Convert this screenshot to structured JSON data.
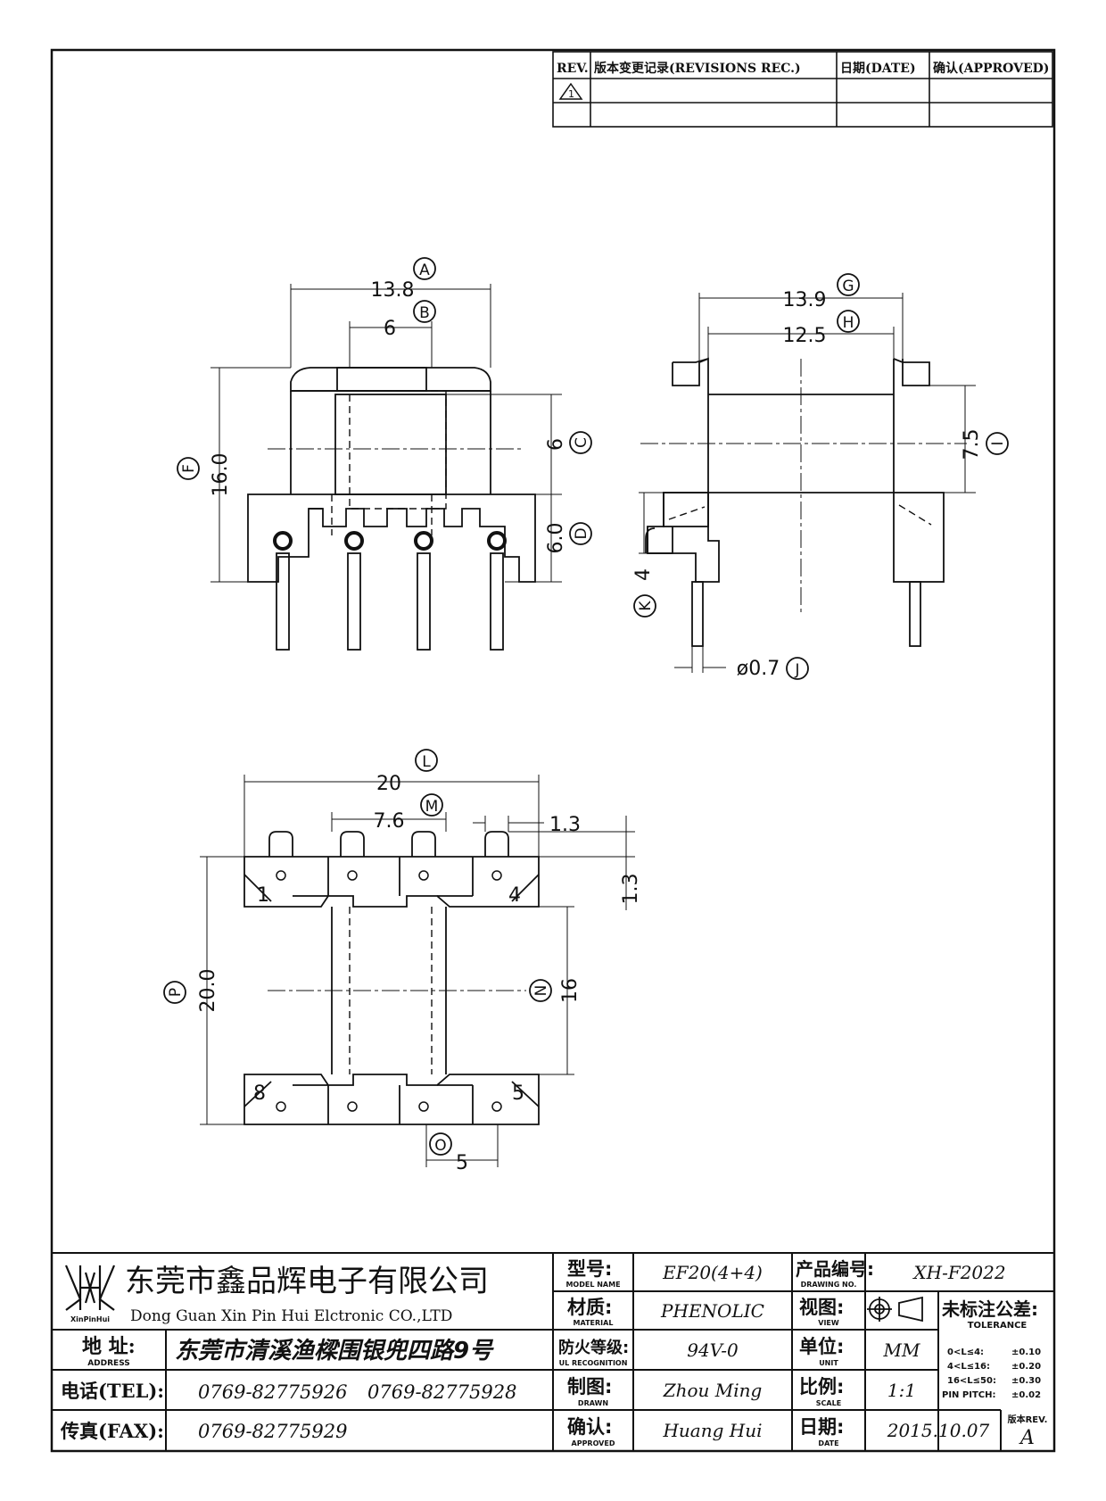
{
  "revision_table": {
    "headers": {
      "rev": "REV.",
      "record": "版本变更记录(REVISIONS REC.)",
      "date": "日期(DATE)",
      "approved": "确认(APPROVED)"
    },
    "row1_marker": "1"
  },
  "front_view": {
    "dims": {
      "a": "13.8",
      "b": "6",
      "c": "6",
      "d": "6.0",
      "f": "16.0"
    },
    "callouts": {
      "a": "A",
      "b": "B",
      "c": "C",
      "d": "D",
      "f": "F"
    }
  },
  "side_view": {
    "dims": {
      "g": "13.9",
      "h": "12.5",
      "i": "7.5",
      "k": "4",
      "j": "ø0.7"
    },
    "callouts": {
      "g": "G",
      "h": "H",
      "i": "I",
      "k": "K",
      "j": "J"
    }
  },
  "bottom_view": {
    "dims": {
      "l": "20",
      "m": "7.6",
      "pitch": "1.3",
      "pitch2": "1.3",
      "n": "16",
      "p": "20.0",
      "o": "5"
    },
    "callouts": {
      "l": "L",
      "m": "M",
      "n": "N",
      "p": "P",
      "o": "O"
    },
    "pins": {
      "p1": "1",
      "p4": "4",
      "p5": "5",
      "p8": "8"
    }
  },
  "title_block": {
    "company_cn": "东莞市鑫品辉电子有限公司",
    "company_en": "Dong Guan Xin Pin Hui Elctronic CO.,LTD",
    "logo_text": "XinPinHui",
    "address_label_cn": "地  址:",
    "address_label_en": "ADDRESS",
    "address": "东莞市清溪渔樑围银兜四路9号",
    "tel_label": "电话(TEL):",
    "tel1": "0769-82775926",
    "tel2": "0769-82775928",
    "fax_label": "传真(FAX):",
    "fax": "0769-82775929",
    "model_label_cn": "型号:",
    "model_label_en": "MODEL NAME",
    "model": "EF20(4+4)",
    "material_label_cn": "材质:",
    "material_label_en": "MATERIAL",
    "material": "PHENOLIC",
    "ul_label_cn": "防火等级:",
    "ul_label_en": "UL RECOGNITION",
    "ul": "94V-0",
    "drawn_label_cn": "制图:",
    "drawn_label_en": "DRAWN",
    "drawn": "Zhou Ming",
    "approved_label_cn": "确认:",
    "approved_label_en": "APPROVED",
    "approved": "Huang Hui",
    "drawing_no_label_cn": "产品编号:",
    "drawing_no_label_en": "DRAWING NO.",
    "drawing_no": "XH-F2022",
    "view_label_cn": "视图:",
    "view_label_en": "VIEW",
    "unit_label_cn": "单位:",
    "unit_label_en": "UNIT",
    "unit": "MM",
    "scale_label_cn": "比例:",
    "scale_label_en": "SCALE",
    "scale": "1:1",
    "date_label_cn": "日期:",
    "date_label_en": "DATE",
    "date": "2015.10.07",
    "tolerance_title_cn": "未标注公差:",
    "tolerance_title_en": "TOLERANCE",
    "tolerances": [
      {
        "range": "0<L≤4:",
        "value": "±0.10"
      },
      {
        "range": "4<L≤16:",
        "value": "±0.20"
      },
      {
        "range": "16<L≤50:",
        "value": "±0.30"
      },
      {
        "range": "PIN PITCH:",
        "value": "±0.02"
      }
    ],
    "rev_label": "版本REV.",
    "rev": "A"
  }
}
